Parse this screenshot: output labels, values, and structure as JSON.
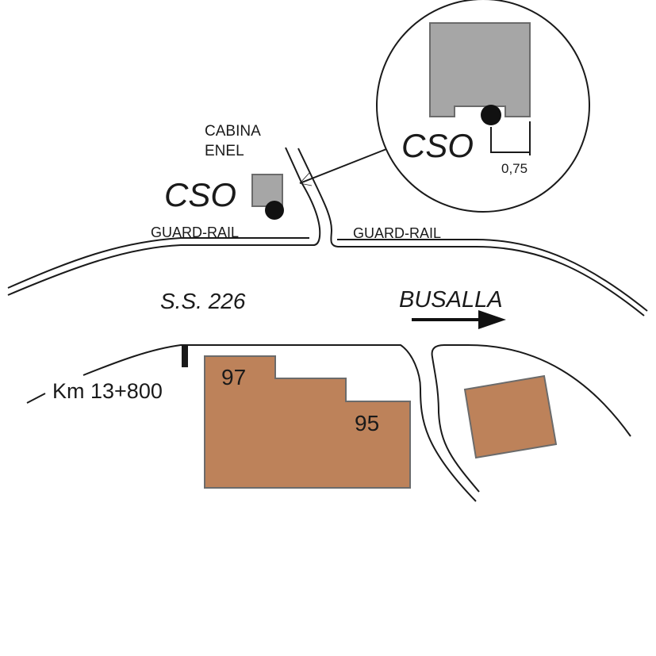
{
  "map": {
    "labels": {
      "cabina_line1": "CABINA",
      "cabina_line2": "ENEL",
      "cso_main": "CSO",
      "guard_rail_left": "GUARD-RAIL",
      "guard_rail_right": "GUARD-RAIL",
      "road_name": "S.S. 226",
      "direction": "BUSALLA",
      "km_marker": "Km 13+800"
    },
    "inset": {
      "cso_label": "CSO",
      "dimension": "0,75"
    },
    "buildings": [
      {
        "number": "97"
      },
      {
        "number": "95"
      }
    ]
  },
  "colors": {
    "cabin_fill": "#a6a6a6",
    "building_fill": "#bd825a",
    "outline": "#6b6b6b",
    "line": "#1a1a1a"
  }
}
